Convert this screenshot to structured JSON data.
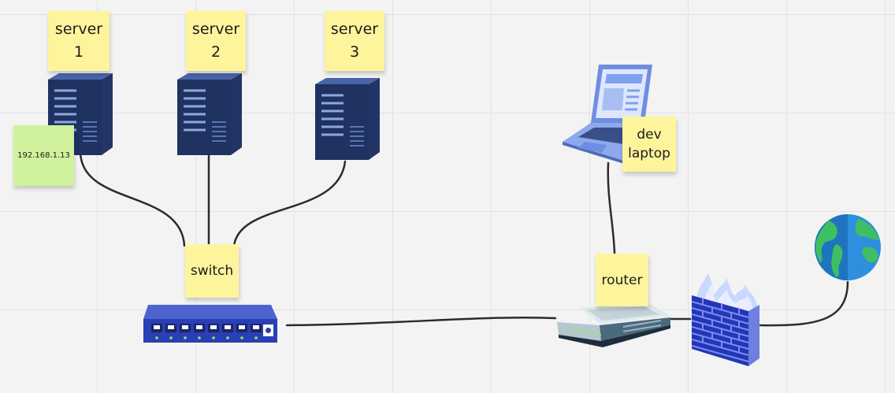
{
  "notes": {
    "server1": "server\n1",
    "server2": "server\n2",
    "server3": "server\n3",
    "ip": "192.168.1.13",
    "switch": "switch",
    "dev_laptop": "dev\nlaptop",
    "router": "router"
  },
  "icons": {
    "server": "server-tower-icon",
    "switch": "network-switch-icon",
    "laptop": "laptop-icon",
    "router": "wifi-router-icon",
    "firewall": "firewall-icon",
    "internet": "globe-icon"
  },
  "colors": {
    "sticky_yellow": "#fef49c",
    "sticky_green": "#d0f29c",
    "server_navy": "#1f3260",
    "switch_blue": "#2a3fb3",
    "connector": "#2b2b2b"
  }
}
